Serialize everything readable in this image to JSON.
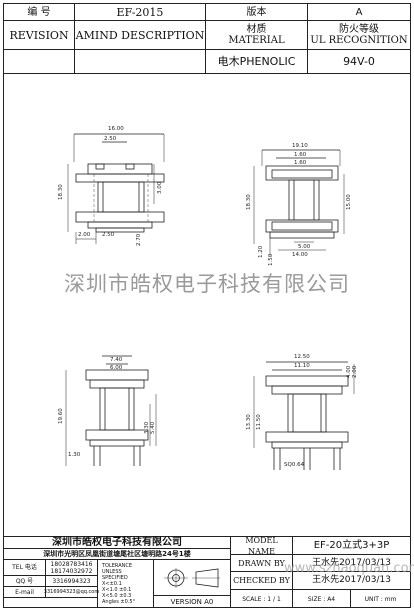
{
  "header": {
    "number_label": "编 号",
    "part_no": "EF-2015",
    "version_label": "版本",
    "version_value": "A",
    "revision_label": "REVISION",
    "amend_label": "AMIND DESCRIPTION",
    "material_cn": "材质",
    "material_en": "MATERIAL",
    "flame_cn": "防火等级",
    "flame_en": "UL RECOGNITION",
    "material_value": "电木PHENOLIC",
    "flame_value": "94V-0"
  },
  "dimensions": {
    "top_left": [
      "16.00",
      "2.50",
      "18.30",
      "3.00",
      "2.00",
      "2.50",
      "2.70"
    ],
    "top_right": [
      "19.10",
      "1.60",
      "1.60",
      "18.30",
      "15.00",
      "1.20",
      "1.50",
      "5.00",
      "14.00"
    ],
    "bottom_left": [
      "7.40",
      "6.00",
      "19.60",
      "3.30",
      "5.40",
      "1.30"
    ],
    "bottom_right": [
      "12.50",
      "11.10",
      "4.00",
      "2.00",
      "13.30",
      "11.50",
      "SQ0.64"
    ]
  },
  "watermark": "深圳市皓权电子科技有限公司",
  "watermark2": "www.szhaoquan.com",
  "title_block": {
    "company": "深圳市皓权电子科技有限公司",
    "address": "深圳市光明区凤凰街道塘尾社区塘明路24号1楼",
    "tel_label": "TEL 电话",
    "tel": [
      "18028783416",
      "18174032972"
    ],
    "qq_label": "QQ 号",
    "qq": "3316994323",
    "email_label": "E-mail",
    "email": "3316994323@qq.com",
    "tolerance_lines": [
      "TOLERANCE",
      "UNLESS",
      "SPECIFIED",
      "X<±0.1",
      "X<1.0 ±0.1",
      "X<5.0 ±0.3",
      "Angles ±0.5°"
    ],
    "version": "VERSION A0",
    "model_label": "MODEL NAME",
    "model": "EF-20立式3+3P",
    "drawn_label": "DRAWN BY",
    "drawn_by": "王水先2017/03/13",
    "checked_label": "CHECKED BY",
    "checked_by": "王水先2017/03/13",
    "scale_label": "SCALE",
    "scale": "1 / 1",
    "size_label": "SIZE",
    "size": "A4",
    "unit_label": "UNIT",
    "unit": "mm"
  }
}
